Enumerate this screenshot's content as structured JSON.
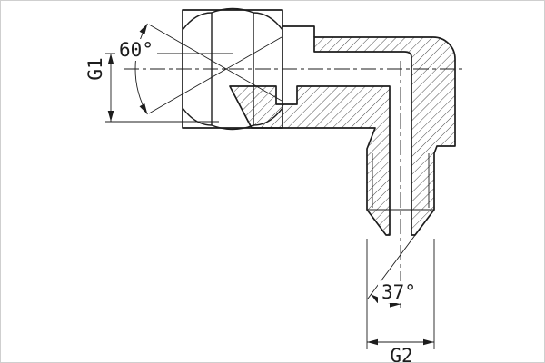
{
  "drawing": {
    "labels": {
      "g1": "G1",
      "cone_angle": "60°",
      "flare_angle": "37°",
      "g2": "G2"
    },
    "colors": {
      "line": "#1d1d1d",
      "background": "#ffffff"
    }
  }
}
